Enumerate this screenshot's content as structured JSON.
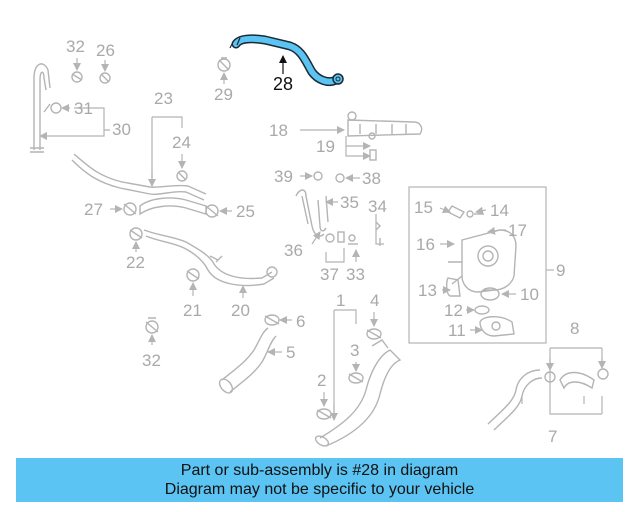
{
  "diagram": {
    "highlight_color": "#5bc4f2",
    "callouts": [
      {
        "id": "c28",
        "text": "28",
        "highlighted": true
      },
      {
        "id": "c32a",
        "text": "32"
      },
      {
        "id": "c26",
        "text": "26"
      },
      {
        "id": "c29",
        "text": "29"
      },
      {
        "id": "c31",
        "text": "31"
      },
      {
        "id": "c30",
        "text": "30"
      },
      {
        "id": "c23",
        "text": "23"
      },
      {
        "id": "c24",
        "text": "24"
      },
      {
        "id": "c18",
        "text": "18"
      },
      {
        "id": "c19",
        "text": "19"
      },
      {
        "id": "c39",
        "text": "39"
      },
      {
        "id": "c38",
        "text": "38"
      },
      {
        "id": "c35",
        "text": "35"
      },
      {
        "id": "c34",
        "text": "34"
      },
      {
        "id": "c27",
        "text": "27"
      },
      {
        "id": "c25",
        "text": "25"
      },
      {
        "id": "c15",
        "text": "15"
      },
      {
        "id": "c14",
        "text": "14"
      },
      {
        "id": "c17",
        "text": "17"
      },
      {
        "id": "c16",
        "text": "16"
      },
      {
        "id": "c9",
        "text": "9"
      },
      {
        "id": "c36",
        "text": "36"
      },
      {
        "id": "c37",
        "text": "37"
      },
      {
        "id": "c33",
        "text": "33"
      },
      {
        "id": "c22",
        "text": "22"
      },
      {
        "id": "c13",
        "text": "13"
      },
      {
        "id": "c10",
        "text": "10"
      },
      {
        "id": "c12",
        "text": "12"
      },
      {
        "id": "c11",
        "text": "11"
      },
      {
        "id": "c21",
        "text": "21"
      },
      {
        "id": "c20",
        "text": "20"
      },
      {
        "id": "c1",
        "text": "1"
      },
      {
        "id": "c4",
        "text": "4"
      },
      {
        "id": "c6",
        "text": "6"
      },
      {
        "id": "c5",
        "text": "5"
      },
      {
        "id": "c3",
        "text": "3"
      },
      {
        "id": "c2",
        "text": "2"
      },
      {
        "id": "c32b",
        "text": "32"
      },
      {
        "id": "c8",
        "text": "8"
      },
      {
        "id": "c7",
        "text": "7"
      }
    ]
  },
  "banner": {
    "line1": "Part or sub-assembly is #28 in diagram",
    "line2": "Diagram may not be specific to your vehicle"
  }
}
